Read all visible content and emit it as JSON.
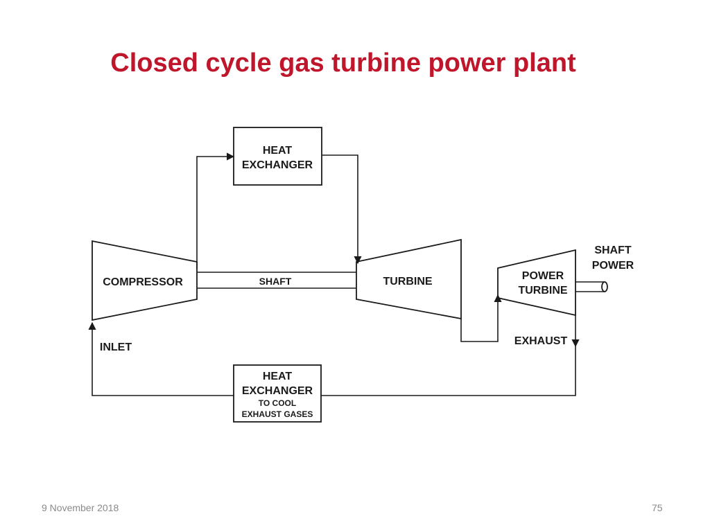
{
  "slide": {
    "title": "Closed cycle gas turbine power plant",
    "date": "9 November 2018",
    "page_number": "75"
  },
  "diagram": {
    "heat_exchanger_top": [
      "HEAT",
      "EXCHANGER"
    ],
    "compressor": "COMPRESSOR",
    "shaft": "SHAFT",
    "turbine": "TURBINE",
    "power_turbine": [
      "POWER",
      "TURBINE"
    ],
    "shaft_power": [
      "SHAFT",
      "POWER"
    ],
    "inlet": "INLET",
    "exhaust": "EXHAUST",
    "heat_exchanger_bottom": [
      "HEAT",
      "EXCHANGER",
      "TO COOL",
      "EXHAUST GASES"
    ]
  },
  "colors": {
    "title": "#c0162c",
    "line": "#1a1a1a",
    "footer": "#8a8a8a"
  }
}
